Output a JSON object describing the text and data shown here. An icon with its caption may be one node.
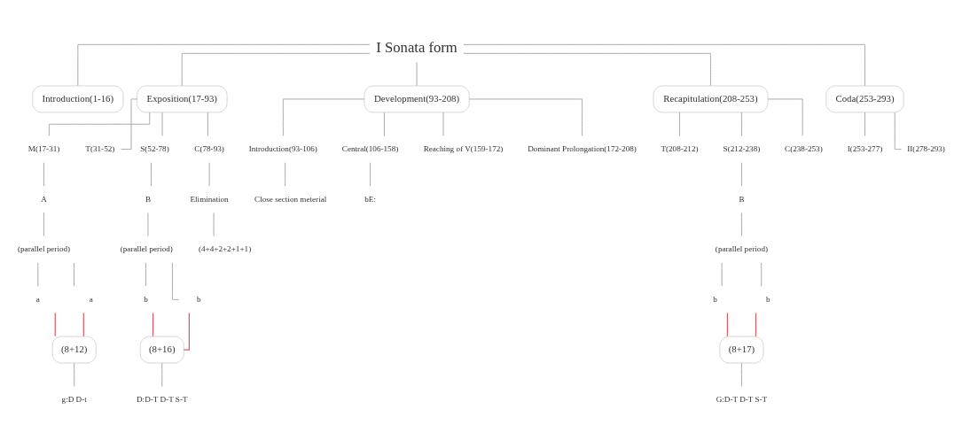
{
  "diagram": {
    "nodes": [
      {
        "text": [
          "I Sonata form"
        ]
      },
      {
        "text": [
          "Introduction(1-16)"
        ]
      },
      {
        "text": [
          "Exposition(17-93)"
        ]
      },
      {
        "text": [
          "Development(93-208)"
        ]
      },
      {
        "text": [
          "Recapitulation(208-253)"
        ]
      },
      {
        "text": [
          "Coda(253-293)"
        ]
      },
      {
        "text": [
          "M(17-31)"
        ]
      },
      {
        "text": [
          "T(31-52)"
        ]
      },
      {
        "text": [
          "S(52-78)"
        ]
      },
      {
        "text": [
          "C(78-93)"
        ]
      },
      {
        "text": [
          "A"
        ]
      },
      {
        "text": [
          "(parallel period)"
        ]
      },
      {
        "text": [
          "a"
        ]
      },
      {
        "text": [
          "a"
        ]
      },
      {
        "text": [
          "(8+12)"
        ]
      },
      {
        "text": [
          "g:D D-t"
        ]
      },
      {
        "text": [
          "B"
        ]
      },
      {
        "text": [
          "(parallel period)"
        ]
      },
      {
        "text": [
          "b"
        ]
      },
      {
        "text": [
          "b"
        ]
      },
      {
        "text": [
          "(8+16)"
        ]
      },
      {
        "text": [
          "D:D-T D-T S-T"
        ]
      },
      {
        "text": [
          "Elimination"
        ]
      },
      {
        "text": [
          "(4+4+2+2+1+1)"
        ]
      },
      {
        "text": [
          "Introduction(93-106)"
        ]
      },
      {
        "text": [
          "Central(106-158)"
        ]
      },
      {
        "text": [
          "Reaching of V(159-172)"
        ]
      },
      {
        "text": [
          "Dominant Prolongation(172-208)"
        ]
      },
      {
        "text": [
          "Close section meterial"
        ]
      },
      {
        "text": [
          "bE:"
        ]
      },
      {
        "text": [
          "T(208-212)"
        ]
      },
      {
        "text": [
          "S(212-238)"
        ]
      },
      {
        "text": [
          "C(238-253)"
        ]
      },
      {
        "text": [
          "B"
        ]
      },
      {
        "text": [
          "(parallel period)"
        ]
      },
      {
        "text": [
          "b"
        ]
      },
      {
        "text": [
          "b"
        ]
      },
      {
        "text": [
          "(8+17)"
        ]
      },
      {
        "text": [
          "G:D-T D-T S-T"
        ]
      },
      {
        "text": [
          "I(253-277)"
        ]
      },
      {
        "text": [
          "II(278-293)"
        ]
      }
    ],
    "edges": [
      {
        "from": 0,
        "to": 1,
        "arrow": "none"
      },
      {
        "from": 0,
        "to": 2,
        "arrow": "none"
      },
      {
        "from": 0,
        "to": 3,
        "arrow": "none"
      },
      {
        "from": 0,
        "to": 4,
        "arrow": "none"
      },
      {
        "from": 0,
        "to": 5,
        "arrow": "none"
      },
      {
        "from": 2,
        "to": 6,
        "arrow": "none"
      },
      {
        "from": 2,
        "to": 7,
        "arrow": "none"
      },
      {
        "from": 2,
        "to": 8,
        "arrow": "none"
      },
      {
        "from": 2,
        "to": 9,
        "arrow": "none"
      },
      {
        "from": 6,
        "to": 10,
        "arrow": "none"
      },
      {
        "from": 10,
        "to": 11,
        "arrow": "none"
      },
      {
        "from": 11,
        "to": 12,
        "arrow": "none"
      },
      {
        "from": 11,
        "to": 13,
        "arrow": "none"
      },
      {
        "from": 12,
        "to": 14,
        "arrow": "none",
        "color": "#e05a64"
      },
      {
        "from": 13,
        "to": 14,
        "arrow": "none",
        "color": "#e05a64"
      },
      {
        "from": 14,
        "to": 15,
        "arrow": "none"
      },
      {
        "from": 8,
        "to": 16,
        "arrow": "none"
      },
      {
        "from": 16,
        "to": 17,
        "arrow": "none"
      },
      {
        "from": 17,
        "to": 18,
        "arrow": "none"
      },
      {
        "from": 17,
        "to": 19,
        "arrow": "none"
      },
      {
        "from": 18,
        "to": 20,
        "arrow": "none",
        "color": "#e05a64"
      },
      {
        "from": 19,
        "to": 20,
        "arrow": "none",
        "color": "#e05a64"
      },
      {
        "from": 20,
        "to": 21,
        "arrow": "none"
      },
      {
        "from": 9,
        "to": 22,
        "arrow": "none"
      },
      {
        "from": 22,
        "to": 23,
        "arrow": "none"
      },
      {
        "from": 3,
        "to": 24,
        "arrow": "none"
      },
      {
        "from": 3,
        "to": 25,
        "arrow": "none"
      },
      {
        "from": 3,
        "to": 26,
        "arrow": "none"
      },
      {
        "from": 3,
        "to": 27,
        "arrow": "none"
      },
      {
        "from": 24,
        "to": 28,
        "arrow": "none"
      },
      {
        "from": 25,
        "to": 29,
        "arrow": "none"
      },
      {
        "from": 4,
        "to": 30,
        "arrow": "none"
      },
      {
        "from": 4,
        "to": 31,
        "arrow": "none"
      },
      {
        "from": 4,
        "to": 32,
        "arrow": "none"
      },
      {
        "from": 31,
        "to": 33,
        "arrow": "none"
      },
      {
        "from": 33,
        "to": 34,
        "arrow": "none"
      },
      {
        "from": 34,
        "to": 35,
        "arrow": "none"
      },
      {
        "from": 34,
        "to": 36,
        "arrow": "none"
      },
      {
        "from": 35,
        "to": 37,
        "arrow": "none",
        "color": "#e05a64"
      },
      {
        "from": 36,
        "to": 37,
        "arrow": "none",
        "color": "#e05a64"
      },
      {
        "from": 37,
        "to": 38,
        "arrow": "none"
      },
      {
        "from": 5,
        "to": 39,
        "arrow": "none"
      },
      {
        "from": 5,
        "to": 40,
        "arrow": "none"
      }
    ]
  }
}
